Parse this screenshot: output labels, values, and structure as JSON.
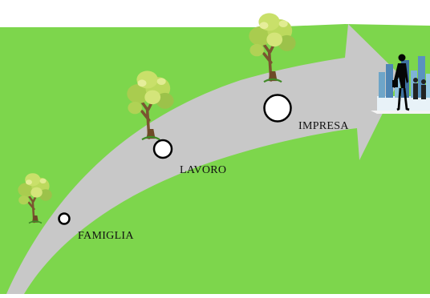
{
  "stages": [
    {
      "label": "FAMIGLIA"
    },
    {
      "label": "LAVORO"
    },
    {
      "label": "IMPRESA"
    }
  ],
  "colors": {
    "grass": "#7dd64c",
    "arrow": "#c8c8c8",
    "node_fill": "#ffffff",
    "node_stroke": "#000000",
    "foliage": "#b7d65a",
    "trunk": "#7a5530"
  },
  "icons": [
    "tree-icon",
    "businesswoman-silhouette-icon",
    "city-skyline-icon"
  ]
}
